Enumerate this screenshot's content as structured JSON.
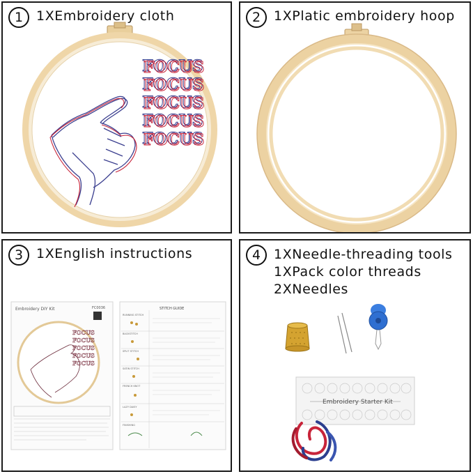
{
  "panels": [
    {
      "number": "1",
      "caption": "1XEmbroidery cloth"
    },
    {
      "number": "2",
      "caption": "1XPlatic embroidery hoop"
    },
    {
      "number": "3",
      "caption": "1XEnglish instructions"
    },
    {
      "number": "4",
      "captions": [
        "1XNeedle-threading tools",
        "1XPack color threads",
        "2XNeedles"
      ]
    }
  ],
  "cloth_text": "FOCUS",
  "instruction_sheet": {
    "title": "Embroidery DIY Kit",
    "code": "FC0036",
    "guide_title": "STITCH GUIDE",
    "stitches": [
      "RUNNING STITCH",
      "BACKSTITCH",
      "SPLIT STITCH",
      "SATIN STITCH",
      "FRENCH KNOT",
      "LAZY DAISY",
      "FINISHING"
    ]
  },
  "starter_kit_label": "Embroidery Starter Kit",
  "colors": {
    "border": "#1a1a1a",
    "hoop": "#efd6a8",
    "thread_red": "#c8243a",
    "thread_blue": "#2c3f8f",
    "threader_blue": "#2f6fd1",
    "thimble": "#d4a330"
  }
}
